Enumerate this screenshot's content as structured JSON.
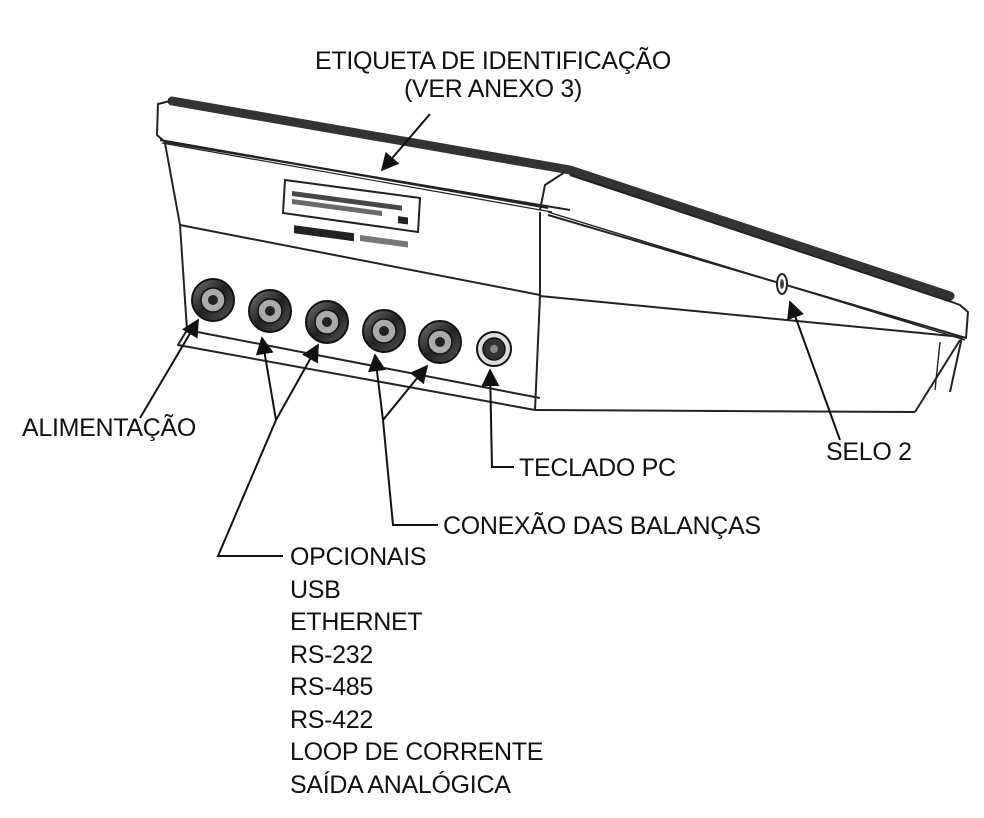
{
  "labels": {
    "etiqueta_line1": "ETIQUETA DE IDENTIFICAÇÃO",
    "etiqueta_line2": "(VER ANEXO 3)",
    "alimentacao": "ALIMENTAÇÃO",
    "teclado_pc": "TECLADO PC",
    "selo_2": "SELO 2",
    "conexao_balancas": "CONEXÃO DAS BALANÇAS",
    "opcionais_title": "OPCIONAIS"
  },
  "opcionais_items": [
    "USB",
    "ETHERNET",
    "RS-232",
    "RS-485",
    "RS-422",
    "LOOP DE CORRENTE",
    "SAÍDA ANALÓGICA"
  ]
}
